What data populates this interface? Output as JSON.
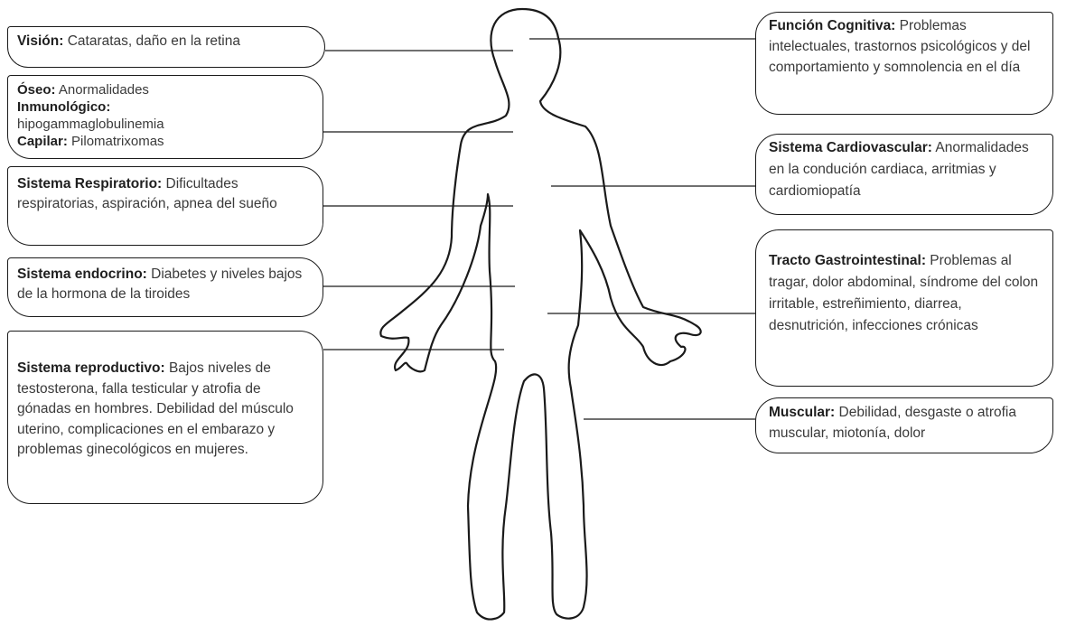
{
  "diagram": {
    "left": [
      {
        "id": "vision",
        "title": "Visión:",
        "text": "Cataratas, daño en la retina"
      },
      {
        "id": "multi",
        "rows": [
          {
            "title": "Óseo:",
            "text": "Anormalidades"
          },
          {
            "title": "Inmunológico:",
            "text": ""
          },
          {
            "title": "",
            "text": "hipogammaglobulinemia"
          },
          {
            "title": "Capilar:",
            "text": "Pilomatrixomas"
          }
        ]
      },
      {
        "id": "respiratorio",
        "title": "Sistema Respiratorio:",
        "text": "Dificultades respiratorias, aspiración, apnea del sueño"
      },
      {
        "id": "endocrino",
        "title": "Sistema endocrino:",
        "text": "Diabetes y niveles bajos de la hormona de la tiroides"
      },
      {
        "id": "reproductivo",
        "title": "Sistema reproductivo:",
        "text": "Bajos niveles de testosterona, falla testicular y atrofia de gónadas en hombres. Debilidad del músculo uterino, complicaciones en el embarazo y problemas ginecológicos en mujeres."
      }
    ],
    "right": [
      {
        "id": "cognitiva",
        "title": "Función Cognitiva:",
        "text": "Problemas intelectuales, trastornos psicológicos y del comportamiento y somnolencia en el día"
      },
      {
        "id": "cardio",
        "title": "Sistema Cardiovascular:",
        "text": "Anormalidades en la condución cardiaca, arritmias y cardiomiopatía"
      },
      {
        "id": "gastro",
        "title": "Tracto Gastrointestinal:",
        "text": "Problemas al tragar, dolor abdominal, síndrome del colon irritable, estreñimiento, diarrea, desnutrición, infecciones crónicas"
      },
      {
        "id": "muscular",
        "title": "Muscular:",
        "text": "Debilidad, desgaste o atrofia muscular, miotonía, dolor"
      }
    ]
  }
}
